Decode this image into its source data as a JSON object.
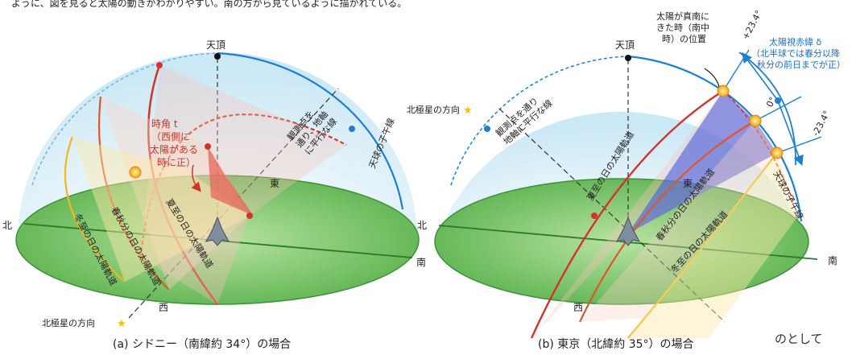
{
  "top_text": "ように、図を見ると太陽の動きがわかりやすい。南の方から見ているように描かれている。",
  "panel_a": {
    "caption": "(a) シドニー（南緯約 34°）の場合",
    "zenith": "天頂",
    "north": "北",
    "south": "南",
    "east": "東",
    "west": "西",
    "polaris": "北極星の方向",
    "meridian": "天球の子午線",
    "axis_line": [
      "観測点を",
      "通り、地軸",
      "に平行な線"
    ],
    "hour_angle": [
      "時角 t",
      "（西側に",
      "太陽がある",
      "時に正）"
    ],
    "path_summer": "夏至の日の太陽軌道",
    "path_equinox": "春秋分の日の太陽軌道",
    "path_winter": "冬至の日の太陽軌道"
  },
  "panel_b": {
    "caption": "(b) 東京（北緯約 35°）の場合",
    "zenith": "天頂",
    "south": "南",
    "north": "北",
    "east": "東",
    "west": "西",
    "polaris": "北極星の方向",
    "meridian": "天球の子午線",
    "axis_line": [
      "観測点を通り",
      "地軸に平行な線"
    ],
    "culmination": [
      "太陽が真南に",
      "きた時（南中",
      "時）の位置"
    ],
    "declination": [
      "太陽視赤緯 δ",
      "（北半球では春分以降",
      "秋分の前日までが正）"
    ],
    "deg_plus": "+23.4°",
    "deg_zero": "0°",
    "deg_minus": "-23.4°",
    "path_summer": "夏至の日の太陽軌道",
    "path_equinox": "春秋分の日の太陽軌道",
    "path_winter": "冬至の日の太陽軌道"
  },
  "cutoff_text": "のとして",
  "colors": {
    "ground": "#6cc05a",
    "dome": "#d7eef8",
    "meridian": "#1e7fd0",
    "summer": "#d2332a",
    "equinox": "#e0562a",
    "winter": "#f2b720",
    "wedge": "#6a6fd6"
  }
}
